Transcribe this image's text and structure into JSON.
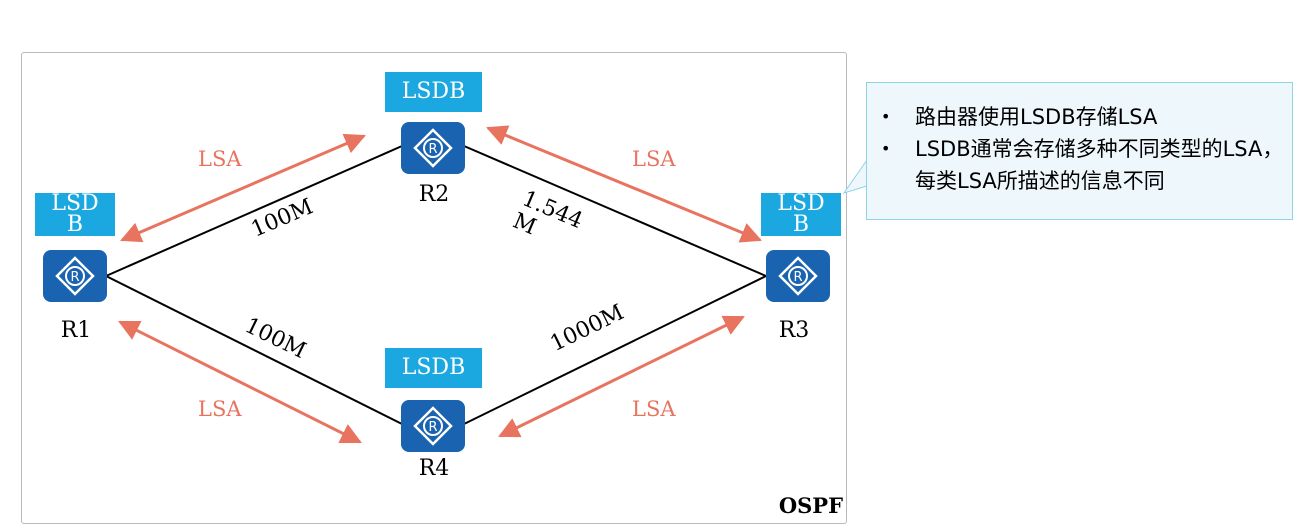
{
  "diagram": {
    "routers": [
      {
        "id": "R1",
        "label": "R1",
        "db_label": "LSDB"
      },
      {
        "id": "R2",
        "label": "R2",
        "db_label": "LSDB"
      },
      {
        "id": "R3",
        "label": "R3",
        "db_label": "LSDB"
      },
      {
        "id": "R4",
        "label": "R4",
        "db_label": "LSDB"
      }
    ],
    "links": [
      {
        "from": "R1",
        "to": "R2",
        "bandwidth": "100M"
      },
      {
        "from": "R2",
        "to": "R3",
        "bandwidth": "1.544 M"
      },
      {
        "from": "R1",
        "to": "R4",
        "bandwidth": "100M"
      },
      {
        "from": "R4",
        "to": "R3",
        "bandwidth": "1000M"
      }
    ],
    "lsa_label": "LSA",
    "area_label": "OSPF",
    "colors": {
      "router": "#1a63b0",
      "lsdb": "#1ba8e0",
      "lsa_arrow": "#e8735f",
      "callout_border": "#8fd3ea"
    }
  },
  "notes": [
    "路由器使用LSDB存储LSA",
    "LSDB通常会存储多种不同类型的LSA，每类LSA所描述的信息不同"
  ]
}
